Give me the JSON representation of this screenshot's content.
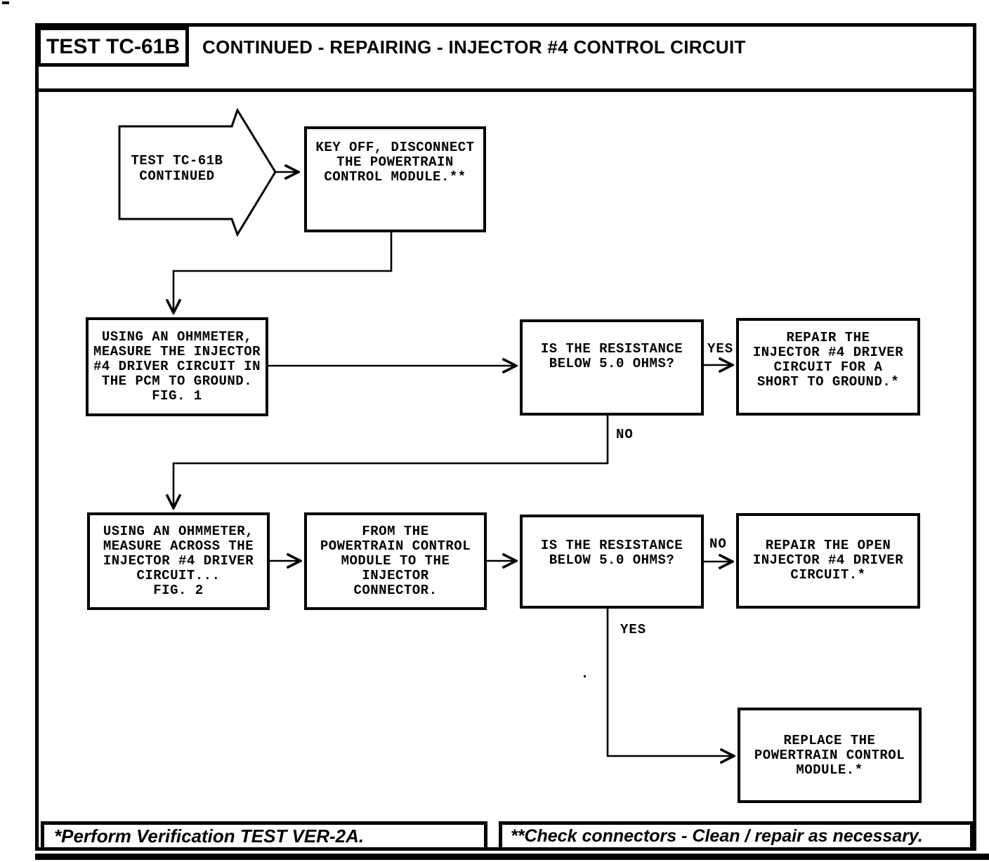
{
  "header": {
    "test_id": "TEST TC-61B",
    "title": "CONTINUED - REPAIRING - INJECTOR #4 CONTROL CIRCUIT"
  },
  "flowchart": {
    "nodes": {
      "continued_arrow": {
        "text": "TEST TC-61B\nCONTINUED"
      },
      "key_off": {
        "text": "KEY OFF, DISCONNECT\nTHE POWERTRAIN\nCONTROL MODULE.**"
      },
      "measure_pcm_ground": {
        "text": "USING AN OHMMETER,\nMEASURE THE INJECTOR\n#4 DRIVER CIRCUIT IN\nTHE PCM TO GROUND.\nFIG. 1"
      },
      "resistance_check_1": {
        "text": "IS THE RESISTANCE\nBELOW 5.0 OHMS?"
      },
      "repair_short_to_ground": {
        "text": "REPAIR THE\nINJECTOR #4 DRIVER\nCIRCUIT FOR A\nSHORT TO GROUND.*"
      },
      "measure_across_circuit": {
        "text": "USING AN OHMMETER,\nMEASURE ACROSS THE\nINJECTOR #4 DRIVER\nCIRCUIT...\nFIG. 2"
      },
      "pcm_to_injector_connector": {
        "text": "FROM THE\nPOWERTRAIN CONTROL\nMODULE TO THE\nINJECTOR\nCONNECTOR."
      },
      "resistance_check_2": {
        "text": "IS THE RESISTANCE\nBELOW 5.0 OHMS?"
      },
      "repair_open_circuit": {
        "text": "REPAIR THE OPEN\nINJECTOR #4 DRIVER\nCIRCUIT.*"
      },
      "replace_pcm": {
        "text": "REPLACE THE\nPOWERTRAIN CONTROL\nMODULE.*"
      }
    },
    "edge_labels": {
      "yes_1": "YES",
      "no_1": "NO",
      "no_2": "NO",
      "yes_2": "YES"
    }
  },
  "footer": {
    "left_note": "*Perform Verification TEST VER-2A.",
    "right_note": "**Check connectors - Clean / repair as necessary."
  },
  "colors": {
    "ink": "#000000",
    "paper": "#ffffff"
  }
}
